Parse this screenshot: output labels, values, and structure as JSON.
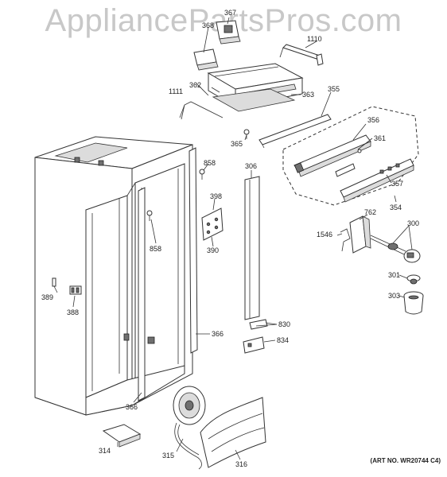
{
  "watermark": "AppliancePartsPros.com",
  "art_number": "(ART NO. WR20744 C4)",
  "labels": {
    "p367": "367",
    "p368": "368",
    "p1110": "1110",
    "p1111": "1111",
    "p362": "362",
    "p363": "363",
    "p355": "355",
    "p365": "365",
    "p356": "356",
    "p361": "361",
    "p357": "357",
    "p354": "354",
    "p858a": "858",
    "p858b": "858",
    "p398": "398",
    "p390": "390",
    "p306": "306",
    "p762": "762",
    "p1546": "1546",
    "p300": "300",
    "p301": "301",
    "p303": "303",
    "p389": "389",
    "p388": "388",
    "p366a": "366",
    "p366b": "366",
    "p830": "830",
    "p834": "834",
    "p314": "314",
    "p315": "315",
    "p316": "316"
  }
}
